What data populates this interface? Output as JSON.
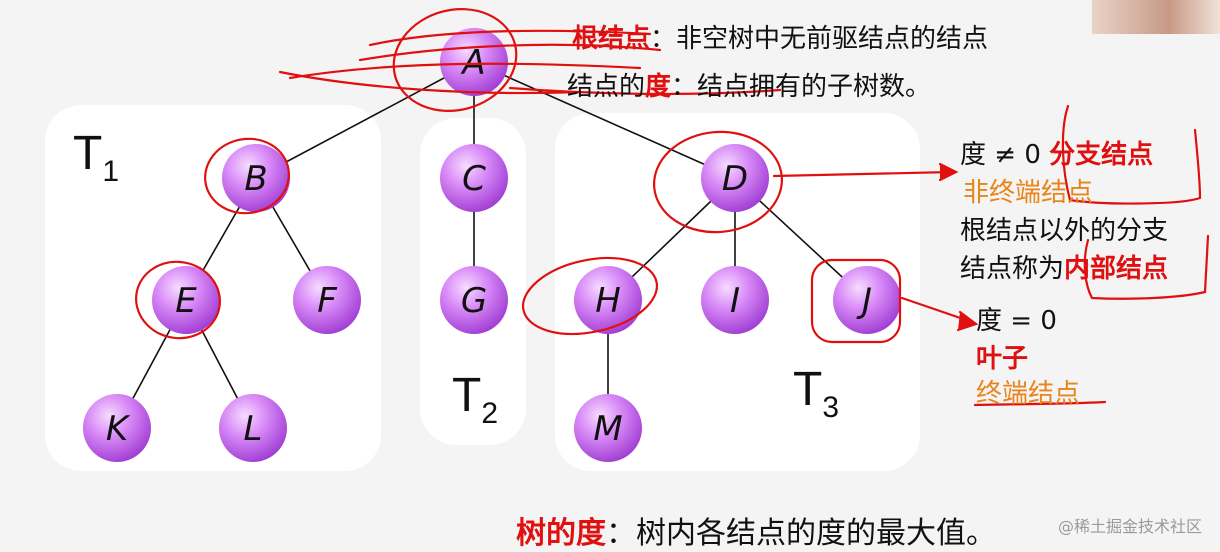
{
  "nodes": [
    {
      "id": "A",
      "label": "A"
    },
    {
      "id": "B",
      "label": "B"
    },
    {
      "id": "C",
      "label": "C"
    },
    {
      "id": "D",
      "label": "D"
    },
    {
      "id": "E",
      "label": "E"
    },
    {
      "id": "F",
      "label": "F"
    },
    {
      "id": "G",
      "label": "G"
    },
    {
      "id": "H",
      "label": "H"
    },
    {
      "id": "I",
      "label": "I"
    },
    {
      "id": "J",
      "label": "J"
    },
    {
      "id": "K",
      "label": "K"
    },
    {
      "id": "L",
      "label": "L"
    },
    {
      "id": "M",
      "label": "M"
    }
  ],
  "edges": [
    [
      "A",
      "B"
    ],
    [
      "A",
      "C"
    ],
    [
      "A",
      "D"
    ],
    [
      "B",
      "E"
    ],
    [
      "B",
      "F"
    ],
    [
      "C",
      "G"
    ],
    [
      "D",
      "H"
    ],
    [
      "D",
      "I"
    ],
    [
      "D",
      "J"
    ],
    [
      "E",
      "K"
    ],
    [
      "E",
      "L"
    ],
    [
      "H",
      "M"
    ]
  ],
  "subtrees": {
    "t1": {
      "base": "T",
      "sub": "1"
    },
    "t2": {
      "base": "T",
      "sub": "2"
    },
    "t3": {
      "base": "T",
      "sub": "3"
    }
  },
  "definitions": {
    "root_term": "根结点",
    "root_sep": "：",
    "root_desc": "非空树中无前驱结点的结点",
    "degree_prefix": "结点的",
    "degree_term": "度",
    "degree_sep": "：",
    "degree_desc": "结点拥有的子树数。"
  },
  "branch_note": {
    "condition": "度 ≠ 0",
    "term1": "分支结点",
    "term2": "非终端结点",
    "line1": "根结点以外的分支",
    "line2_prefix": "结点称为",
    "term3": "内部结点"
  },
  "leaf_note": {
    "condition": "度 = 0",
    "term1": "叶子",
    "term2": "终端结点"
  },
  "tree_degree": {
    "term": "树的度",
    "sep": "：",
    "desc": "树内各结点的度的最大值。"
  },
  "watermark": "@稀土掘金技术社区",
  "colors": {
    "node_fill": "#c45ef0",
    "node_highlight": "#f6dcff",
    "annotation": "#e01010",
    "accent": "#e8851a"
  }
}
